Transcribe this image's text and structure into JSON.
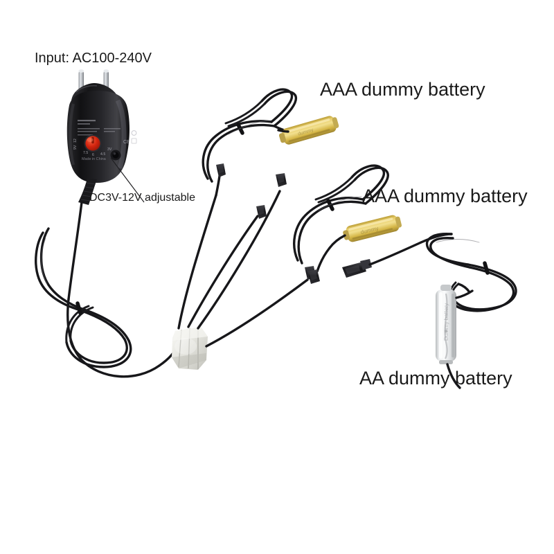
{
  "scene": {
    "background_color": "#ffffff",
    "description": "Product photo of a universal AC/DC power adapter with a 4-way splitter cable feeding dummy batteries"
  },
  "annotations": [
    {
      "id": "input-voltage",
      "text": "Input: AC100-240V",
      "color": "#1a1a1a"
    },
    {
      "id": "output-voltage",
      "text": "DC3V-12V adjustable",
      "color": "#1a1a1a"
    },
    {
      "id": "aaa-battery-top",
      "text": "AAA dummy battery",
      "color": "#1a1a1a"
    },
    {
      "id": "aaa-battery-middle",
      "text": "AAA dummy battery",
      "color": "#1a1a1a"
    },
    {
      "id": "aa-battery",
      "text": "AA dummy battery",
      "color": "#1a1a1a"
    }
  ],
  "objects": {
    "power_adapter": {
      "name": "power-adapter",
      "body_color": "#1c1c1e",
      "plug_type": "EU two round pins",
      "pin_color": "#c9ccd1",
      "dial_color": "#d42612",
      "dial_label": "voltage selector dial"
    },
    "splitter": {
      "name": "cable-splitter-hub",
      "body_color": "#e8e8e4",
      "outputs": 4
    },
    "cable": {
      "name": "power-cable",
      "color": "#17171a"
    },
    "batteries": [
      {
        "id": "aaa-top",
        "type": "AAA",
        "body_color": "#d9b84a",
        "cap_color": "#b9a04a"
      },
      {
        "id": "aaa-middle",
        "type": "AAA",
        "body_color": "#d9b84a",
        "cap_color": "#b9a04a"
      },
      {
        "id": "aa-right",
        "type": "AA",
        "body_color": "#e9ebec",
        "cap_color": "#c6c9cb"
      }
    ],
    "connectors": {
      "name": "cable-connectors",
      "color": "#1b1b1e",
      "count": 6
    }
  }
}
